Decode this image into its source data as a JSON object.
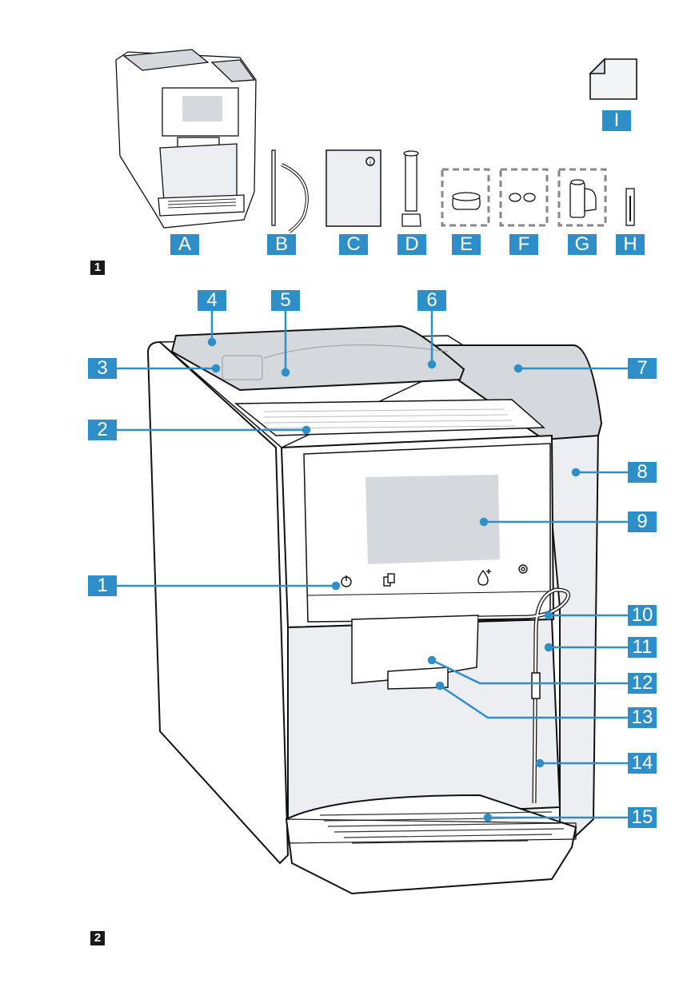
{
  "figure1": {
    "number": "1",
    "items": [
      {
        "id": "A",
        "name": "coffee machine"
      },
      {
        "id": "B",
        "name": "milk tube"
      },
      {
        "id": "C",
        "name": "documentation"
      },
      {
        "id": "D",
        "name": "measuring spoon / tool"
      },
      {
        "id": "E",
        "name": "descaling box"
      },
      {
        "id": "F",
        "name": "cleaning tablets"
      },
      {
        "id": "G",
        "name": "water filter"
      },
      {
        "id": "H",
        "name": "water hardness test strip"
      },
      {
        "id": "I",
        "name": "cloth"
      }
    ]
  },
  "figure2": {
    "number": "2",
    "callouts": [
      "1",
      "2",
      "3",
      "4",
      "5",
      "6",
      "7",
      "8",
      "9",
      "10",
      "11",
      "12",
      "13",
      "14",
      "15"
    ]
  },
  "colors": {
    "label_bg": "#2e8fc8",
    "label_text": "#ffffff",
    "figure_badge_bg": "#1a1a1a",
    "panel_grey": "#d5d8dd",
    "body_grey": "#eceef2"
  },
  "icons": [
    "power-icon",
    "cups-icon",
    "milk-drop-icon",
    "settings-gear-icon",
    "info-icon"
  ]
}
